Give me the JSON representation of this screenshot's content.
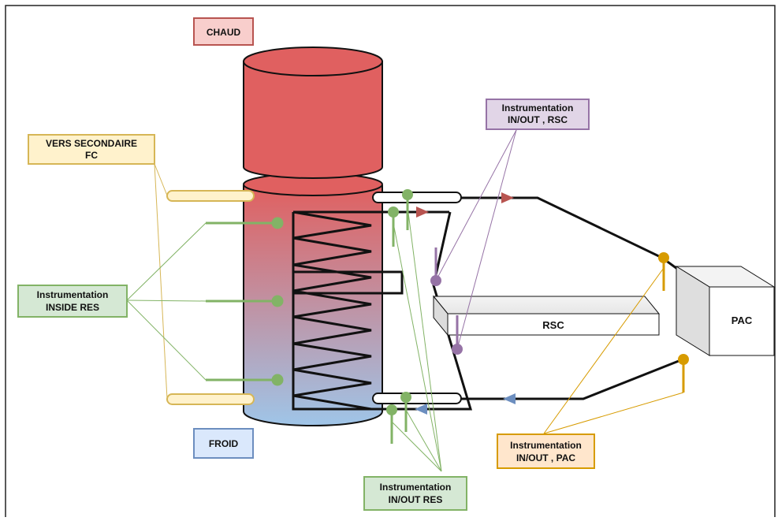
{
  "labels": {
    "chaud": "CHAUD",
    "froid": "FROID",
    "vers_secondaire_line1": "VERS SECONDAIRE",
    "vers_secondaire_line2": "FC",
    "instr_rsc_line1": "Instrumentation",
    "instr_rsc_line2": "IN/OUT , RSC",
    "instr_inside_line1": "Instrumentation",
    "instr_inside_line2": "INSIDE RES",
    "instr_pac_line1": "Instrumentation",
    "instr_pac_line2": "IN/OUT , PAC",
    "instr_res_line1": "Instrumentation",
    "instr_res_line2": "IN/OUT RES",
    "rsc": "RSC",
    "pac": "PAC"
  },
  "colors": {
    "hot_red": "#E06060",
    "cold_blue": "#9FC5E8",
    "green": "#82B366",
    "purple": "#9673A6",
    "orange": "#D79B00",
    "yellow": "#D6B656",
    "pipe_fill": "#FFF2CC",
    "red_label_fill": "#F8CECC",
    "red_label_stroke": "#B85450",
    "blue_label_fill": "#DAE8FC",
    "blue_label_stroke": "#6C8EBF",
    "green_label_fill": "#D5E8D4",
    "purple_label_fill": "#E1D5E7",
    "orange_label_fill": "#FFE6CC"
  }
}
